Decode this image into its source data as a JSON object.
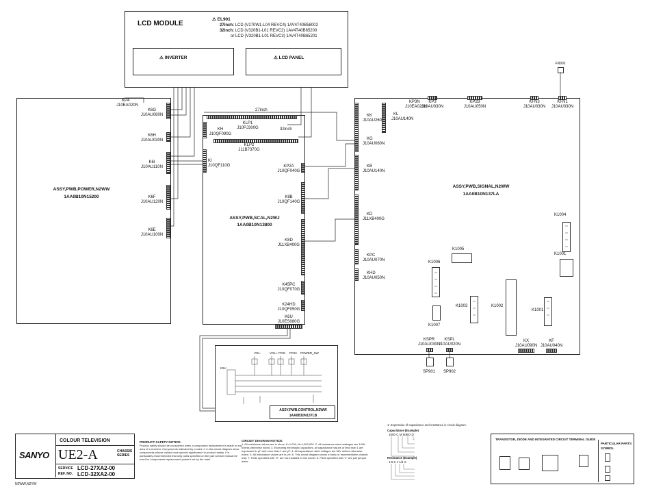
{
  "lcd_module": {
    "title": "LCD MODULE",
    "part": "EL901",
    "lines": [
      {
        "size": "27inch:",
        "text": "LCD (V270W1-L04 REVC4) 1AV4T40B58002"
      },
      {
        "size": "32inch:",
        "text": "LCD (V320B1-L01 REVC2) 1AV4T40B65200"
      },
      {
        "size": "",
        "text": "or LCD (V320B1-L01 REVC3) 1AV4T40B65201"
      }
    ],
    "inverter": "INVERTER",
    "lcd_panel": "LCD PANEL"
  },
  "power_board": {
    "name": "ASSY,PWB,POWER,N2WW",
    "part": "1AA0B10N15200",
    "connectors": [
      {
        "ref": "KP4",
        "part": "J10EA020N"
      },
      {
        "ref": "K6G",
        "part": "J10AU080N"
      },
      {
        "ref": "K6H",
        "part": "J10AU030N"
      },
      {
        "ref": "K6I",
        "part": "J10AU110N"
      },
      {
        "ref": "K6F",
        "part": "J10AU120N"
      },
      {
        "ref": "K6E",
        "part": "J10AU100N"
      }
    ]
  },
  "scal_board": {
    "name": "ASSY,PWB,SCAL,N2WJ",
    "part": "1AA0B10N13800",
    "connectors": [
      {
        "ref": "KLP1",
        "part": "J10PJ300G"
      },
      {
        "ref": "KH",
        "part": "J10QF090G"
      },
      {
        "ref": "KLP2",
        "part": "J11B7370G"
      },
      {
        "ref": "KI",
        "part": "J10QF110G"
      },
      {
        "ref": "KP2A",
        "part": "J10QF040G"
      },
      {
        "ref": "K8B",
        "part": "J10QF140G"
      },
      {
        "ref": "K8D",
        "part": "J11XB400G"
      },
      {
        "ref": "K45PC",
        "part": "J10QF070G"
      },
      {
        "ref": "K24HD",
        "part": "J10QF050G"
      },
      {
        "ref": "K6U",
        "part": "J10ES080G"
      }
    ],
    "label_27": "27inch",
    "label_32": "32inch"
  },
  "signal_board": {
    "name": "ASSY,PWB,SIGNAL,N2WW",
    "part": "1AA0B10N137LA",
    "connectors": [
      {
        "ref": "KK",
        "part": "J10AU260N"
      },
      {
        "ref": "KL",
        "part": "J10AU140N"
      },
      {
        "ref": "KP3N",
        "part": "J10EA020N"
      },
      {
        "ref": "KP3",
        "part": "J10AU030N"
      },
      {
        "ref": "KP2B",
        "part": "J10AU050N"
      },
      {
        "ref": "KFN3",
        "part": "J10AU030N"
      },
      {
        "ref": "KFN1",
        "part": "J10AU030N"
      },
      {
        "ref": "KG",
        "part": "J10AU080N"
      },
      {
        "ref": "KB",
        "part": "J10AU140N"
      },
      {
        "ref": "KD",
        "part": "J11XB400G"
      },
      {
        "ref": "KPC",
        "part": "J10AU070N"
      },
      {
        "ref": "KHD",
        "part": "J10AU050N"
      },
      {
        "ref": "KSPR",
        "part": "J10AU030N"
      },
      {
        "ref": "KSPL",
        "part": "J10AU020N"
      },
      {
        "ref": "KX",
        "part": "J10AU090N"
      },
      {
        "ref": "KF",
        "part": "J10AU040N"
      }
    ],
    "subs": [
      "K1004",
      "K1001",
      "K1005",
      "K1006",
      "K1003",
      "K1002",
      "K1001",
      "K1007"
    ],
    "fan": "FN902",
    "sp_left": "SP901",
    "sp_right": "SP902"
  },
  "control_board": {
    "name": "ASSY,PWB,CONTROL,N2WW",
    "part": "1AA0B10N137LB",
    "buttons": [
      "VOL-",
      "VOL+",
      "POS-",
      "POS+",
      "POWER_SW"
    ],
    "conn": "K9U"
  },
  "title_block": {
    "brand": "SANYO",
    "category": "COLOUR TELEVISION",
    "chassis": "UE2-A",
    "chassis_label": "CHASSIS\nSERIES",
    "service_label": "SERVICE",
    "ref_label": "REF. NO.",
    "service_models": "LCD-27XA2-00",
    "ref_models": "LCD-32XA2-00",
    "footer": "N2WW,N2YW"
  },
  "notices": {
    "safety_title": "PRODUCT SAFETY NOTICE:",
    "circuit_title": "CIRCUIT DIAGRAM NOTICE:",
    "expression_title": "Expression of capacitance and resistance in circuit diagram.",
    "terminal_title": "TRANSISTOR, DIODE AND INTEGRATED CIRCUIT TERMINAL GUIDE",
    "particular_title": "PARTICULAR PARTS SYMBOL",
    "capacitance_title": "Capacitance (Example)",
    "capacitance_example": "1000 C  M 50BO  D",
    "resistance_title": "Resistance (Example)",
    "resistance_example": "1.5 K  J  1/4  S"
  }
}
